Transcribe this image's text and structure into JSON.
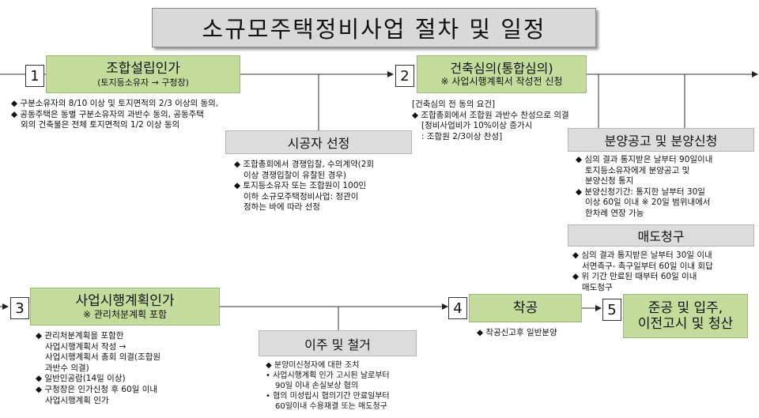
{
  "title": "소규모주택정비사업 절차 및 일정",
  "steps": {
    "s1": {
      "num": "1",
      "title": "조합설립인가",
      "sub": "(토지등소유자 → 구청장)"
    },
    "s2": {
      "num": "2",
      "title": "건축심의(통합심의)",
      "sub": "※ 사업시행계획서 작성전 신청"
    },
    "s3": {
      "num": "3",
      "title": "사업시행계획인가",
      "sub": "※ 관리처분계획 포함"
    },
    "s4": {
      "num": "4",
      "title": "착공"
    },
    "s5": {
      "num": "5",
      "title": "준공 및 입주,",
      "title2": "이전고시 및 청산"
    }
  },
  "side_boxes": {
    "contractor": "시공자 선정",
    "sale_notice": "분양공고 및 분양신청",
    "sale_request": "매도청구",
    "relocation": "이주 및 철거"
  },
  "notes": {
    "n1": [
      "◆ 구분소유자의 8/10 이상 및 토지면적의 2/3 이상의 동의,",
      "◆ 공동주택은 동별 구분소유자의 과반수 동의,  공동주택",
      "외의  건축물은 전체 토지면적의 1/2 이상 동의"
    ],
    "contractor": [
      "◆ 조합총회에서 경쟁입찰, 수의계약(2회",
      "이상 경쟁입찰이 유찰된 경우)",
      "◆ 토지등소유자 또는 조합원이 100인",
      "이하 소규모주택정비사업: 정관이",
      "정하는 바에 따라 선정"
    ],
    "review": [
      "[건축심의 전 동의 요건]",
      "◆ 조합총회에서 조합원 과반수 찬성으로 의결",
      "[정비사업비가 10%이상 증가시",
      ": 조합원 2/3이상 찬성]"
    ],
    "sale_notice": [
      "◆ 심의 결과 통지받은 날부터 90일이내",
      "토지등소유자에게 분양공고 및",
      "분양신청 통지",
      "◆ 분양신청기간: 통지한 날부터 30일",
      "이상 60일 이내 ※ 20일 범위내에서",
      "한차례 연장 가능"
    ],
    "sale_request": [
      "◆ 심의 결과 통지받은 날부터 30일 이내",
      "서면촉구- 촉구일부터 60일 이내 회답",
      "◆ 위 기간 만료된 때부터 60일 이내",
      "매도청구"
    ],
    "s3": [
      "◆ 관리처분계획을 포함한",
      "사업시행계획서 작성 →",
      "사업시행계획서 총회 의결(조합원",
      "과반수 의결)",
      "◆ 일반인공람(14일 이상)",
      "◆ 구청장은 인가신청 후 60일 이내",
      "사업시행계획 인가"
    ],
    "s4": [
      "◆ 착공신고후 일반분양"
    ],
    "relocation": [
      "◆ 분양미신청자에 대한 조치",
      "•  사업시행계획 인가 고시된 날로부터",
      "90일 이내 손실보상 협의",
      "•  협의 미성립시 협의기간 만료일부터",
      "60일이내 수용재결 또는 매도청구"
    ]
  }
}
